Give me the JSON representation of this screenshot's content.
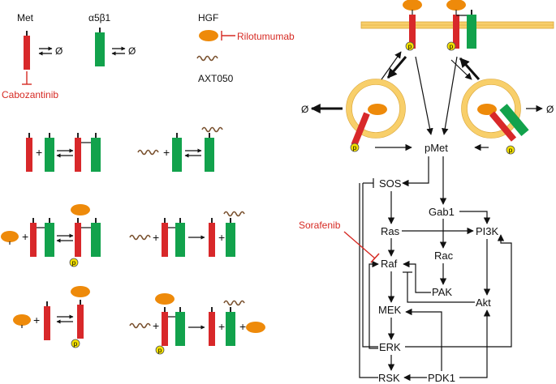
{
  "legend": {
    "met": "Met",
    "a5b1": "α5β1",
    "hgf": "HGF",
    "axt050": "AXT050",
    "cabozantinib": "Cabozantinib",
    "rilotumumab": "Rilotumumab",
    "null_symbol": "Ø"
  },
  "pathway": {
    "pmet": "pMet",
    "sos": "SOS",
    "gab1": "Gab1",
    "ras": "Ras",
    "pi3k": "PI3K",
    "rac": "Rac",
    "raf": "Raf",
    "pak": "PAK",
    "mek": "MEK",
    "akt": "Akt",
    "erk": "ERK",
    "rsk": "RSK",
    "pdk1": "PDK1",
    "sorafenib": "Sorafenib"
  },
  "symbols": {
    "plus": "+",
    "phospho": "p"
  },
  "colors": {
    "met_red": "#d8282a",
    "integrin_green": "#12a24c",
    "hgf_orange": "#ee8a0a",
    "membrane": "#f8cf6a",
    "inhibitor_red": "#d62a23",
    "phospho_yellow": "#f4e100"
  }
}
